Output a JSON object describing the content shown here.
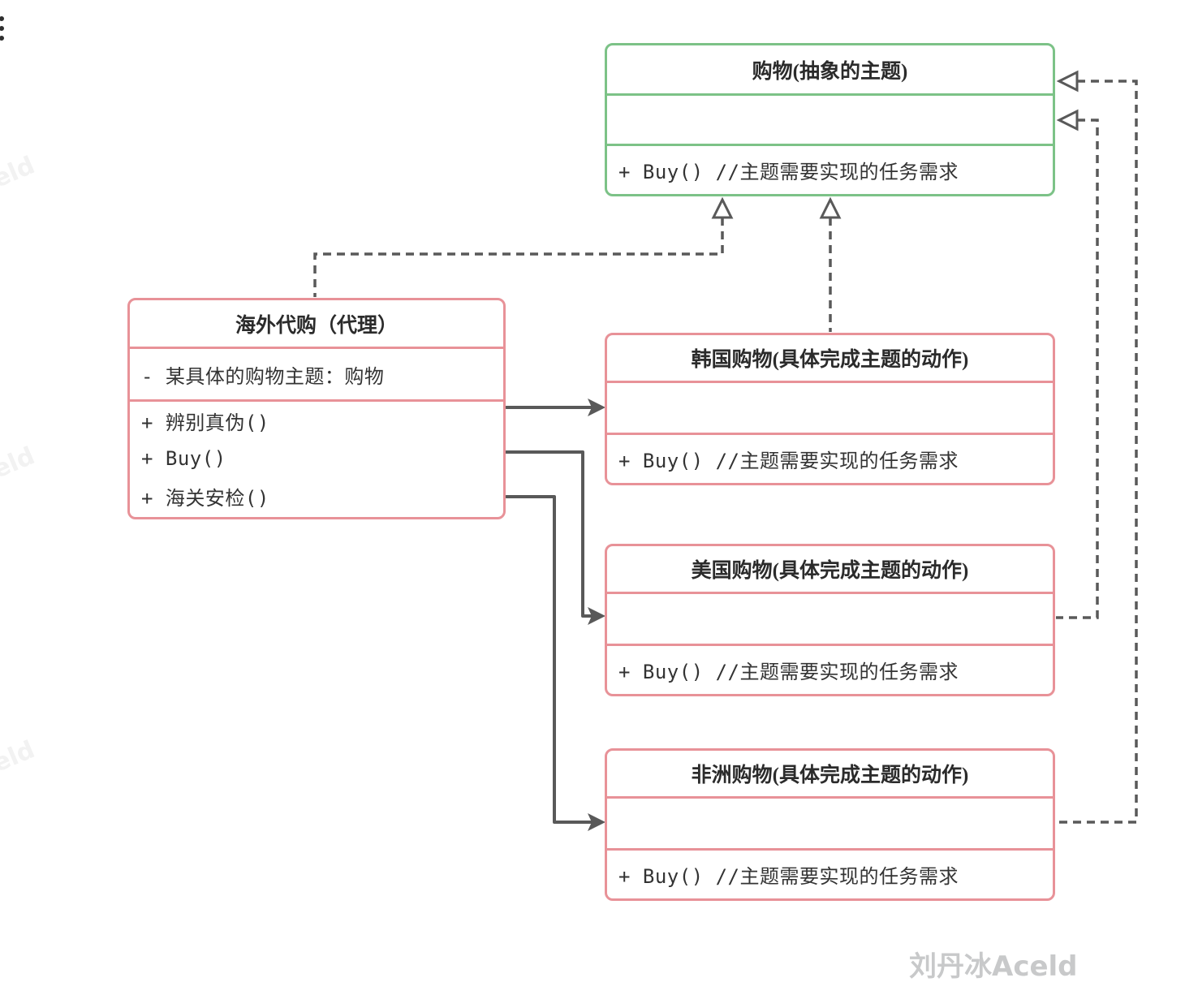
{
  "colors": {
    "green": "#7cc287",
    "pink": "#e89298",
    "line": "#595959",
    "text": "#333333",
    "wm": "#c8c9ca"
  },
  "nodes": {
    "abstract": {
      "title": "购物(抽象的主题)",
      "method": "+ Buy() //主题需要实现的任务需求"
    },
    "proxy": {
      "title": "海外代购（代理）",
      "attr": "- 某具体的购物主题：购物",
      "methods": [
        "+ 辨别真伪()",
        "+ Buy()",
        "+ 海关安检()"
      ]
    },
    "korea": {
      "title": "韩国购物(具体完成主题的动作)",
      "method": "+ Buy() //主题需要实现的任务需求"
    },
    "usa": {
      "title": "美国购物(具体完成主题的动作)",
      "method": "+ Buy() //主题需要实现的任务需求"
    },
    "africa": {
      "title": "非洲购物(具体完成主题的动作)",
      "method": "+ Buy() //主题需要实现的任务需求"
    }
  },
  "edges": [
    {
      "from": "proxy",
      "to": "abstract",
      "style": "dashed-realization"
    },
    {
      "from": "korea",
      "to": "abstract",
      "style": "dashed-realization"
    },
    {
      "from": "usa",
      "to": "abstract",
      "style": "dashed-realization"
    },
    {
      "from": "africa",
      "to": "abstract",
      "style": "dashed-realization"
    },
    {
      "from": "proxy",
      "to": "korea",
      "style": "solid-arrow"
    },
    {
      "from": "proxy",
      "to": "usa",
      "style": "solid-arrow"
    },
    {
      "from": "proxy",
      "to": "africa",
      "style": "solid-arrow"
    }
  ],
  "watermarks": {
    "edge": "eld",
    "signature": "刘丹冰Aceld"
  }
}
